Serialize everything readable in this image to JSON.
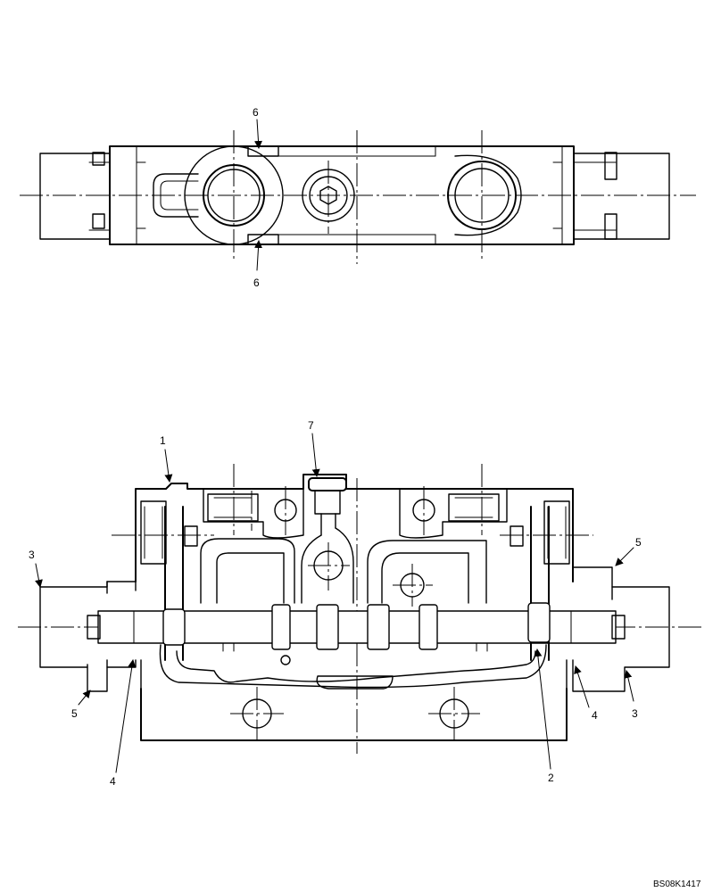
{
  "callouts": {
    "top_upper_6": "6",
    "top_lower_6": "6",
    "c1": "1",
    "c7": "7",
    "c3_left": "3",
    "c3_right": "3",
    "c5_left": "5",
    "c5_right": "5",
    "c4_left": "4",
    "c4_right": "4",
    "c2": "2"
  },
  "reference_code": "BS08K1417",
  "colors": {
    "line": "#000000",
    "background": "#ffffff"
  }
}
